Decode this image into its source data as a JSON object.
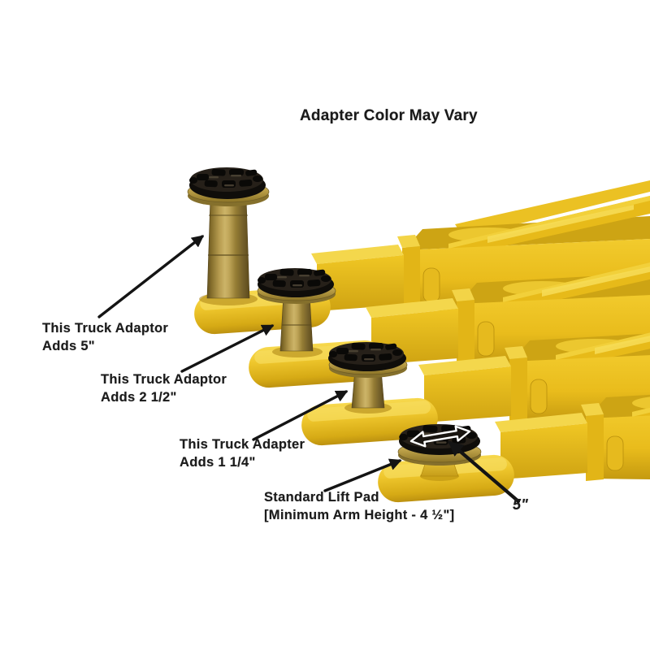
{
  "title": "Adapter Color May Vary",
  "callouts": [
    {
      "id": "adapter-5in",
      "line1": "This Truck Adaptor",
      "line2": "Adds  5\""
    },
    {
      "id": "adapter-2-5in",
      "line1": "This Truck Adaptor",
      "line2": "Adds  2 1/2\""
    },
    {
      "id": "adapter-1-25in",
      "line1": "This Truck Adapter",
      "line2": "Adds 1 1/4\""
    },
    {
      "id": "standard-pad",
      "line1": "Standard Lift Pad",
      "line2": "[Minimum Arm Height - 4 ½\"]"
    }
  ],
  "pad_diameter_label": "5\"",
  "icons": {
    "callout_arrow": "black-pointer-arrow",
    "pad_width_arrow": "white-double-headed-arrow"
  },
  "colors": {
    "background": "#ffffff",
    "arm_yellow": "#eec31f",
    "arm_yellow_light": "#f5d94e",
    "arm_yellow_dark": "#c2970f",
    "adapter_brass": "#b59a4e",
    "pad_black": "#17130f",
    "arrow_black": "#141414",
    "text": "#1c1c1c"
  }
}
